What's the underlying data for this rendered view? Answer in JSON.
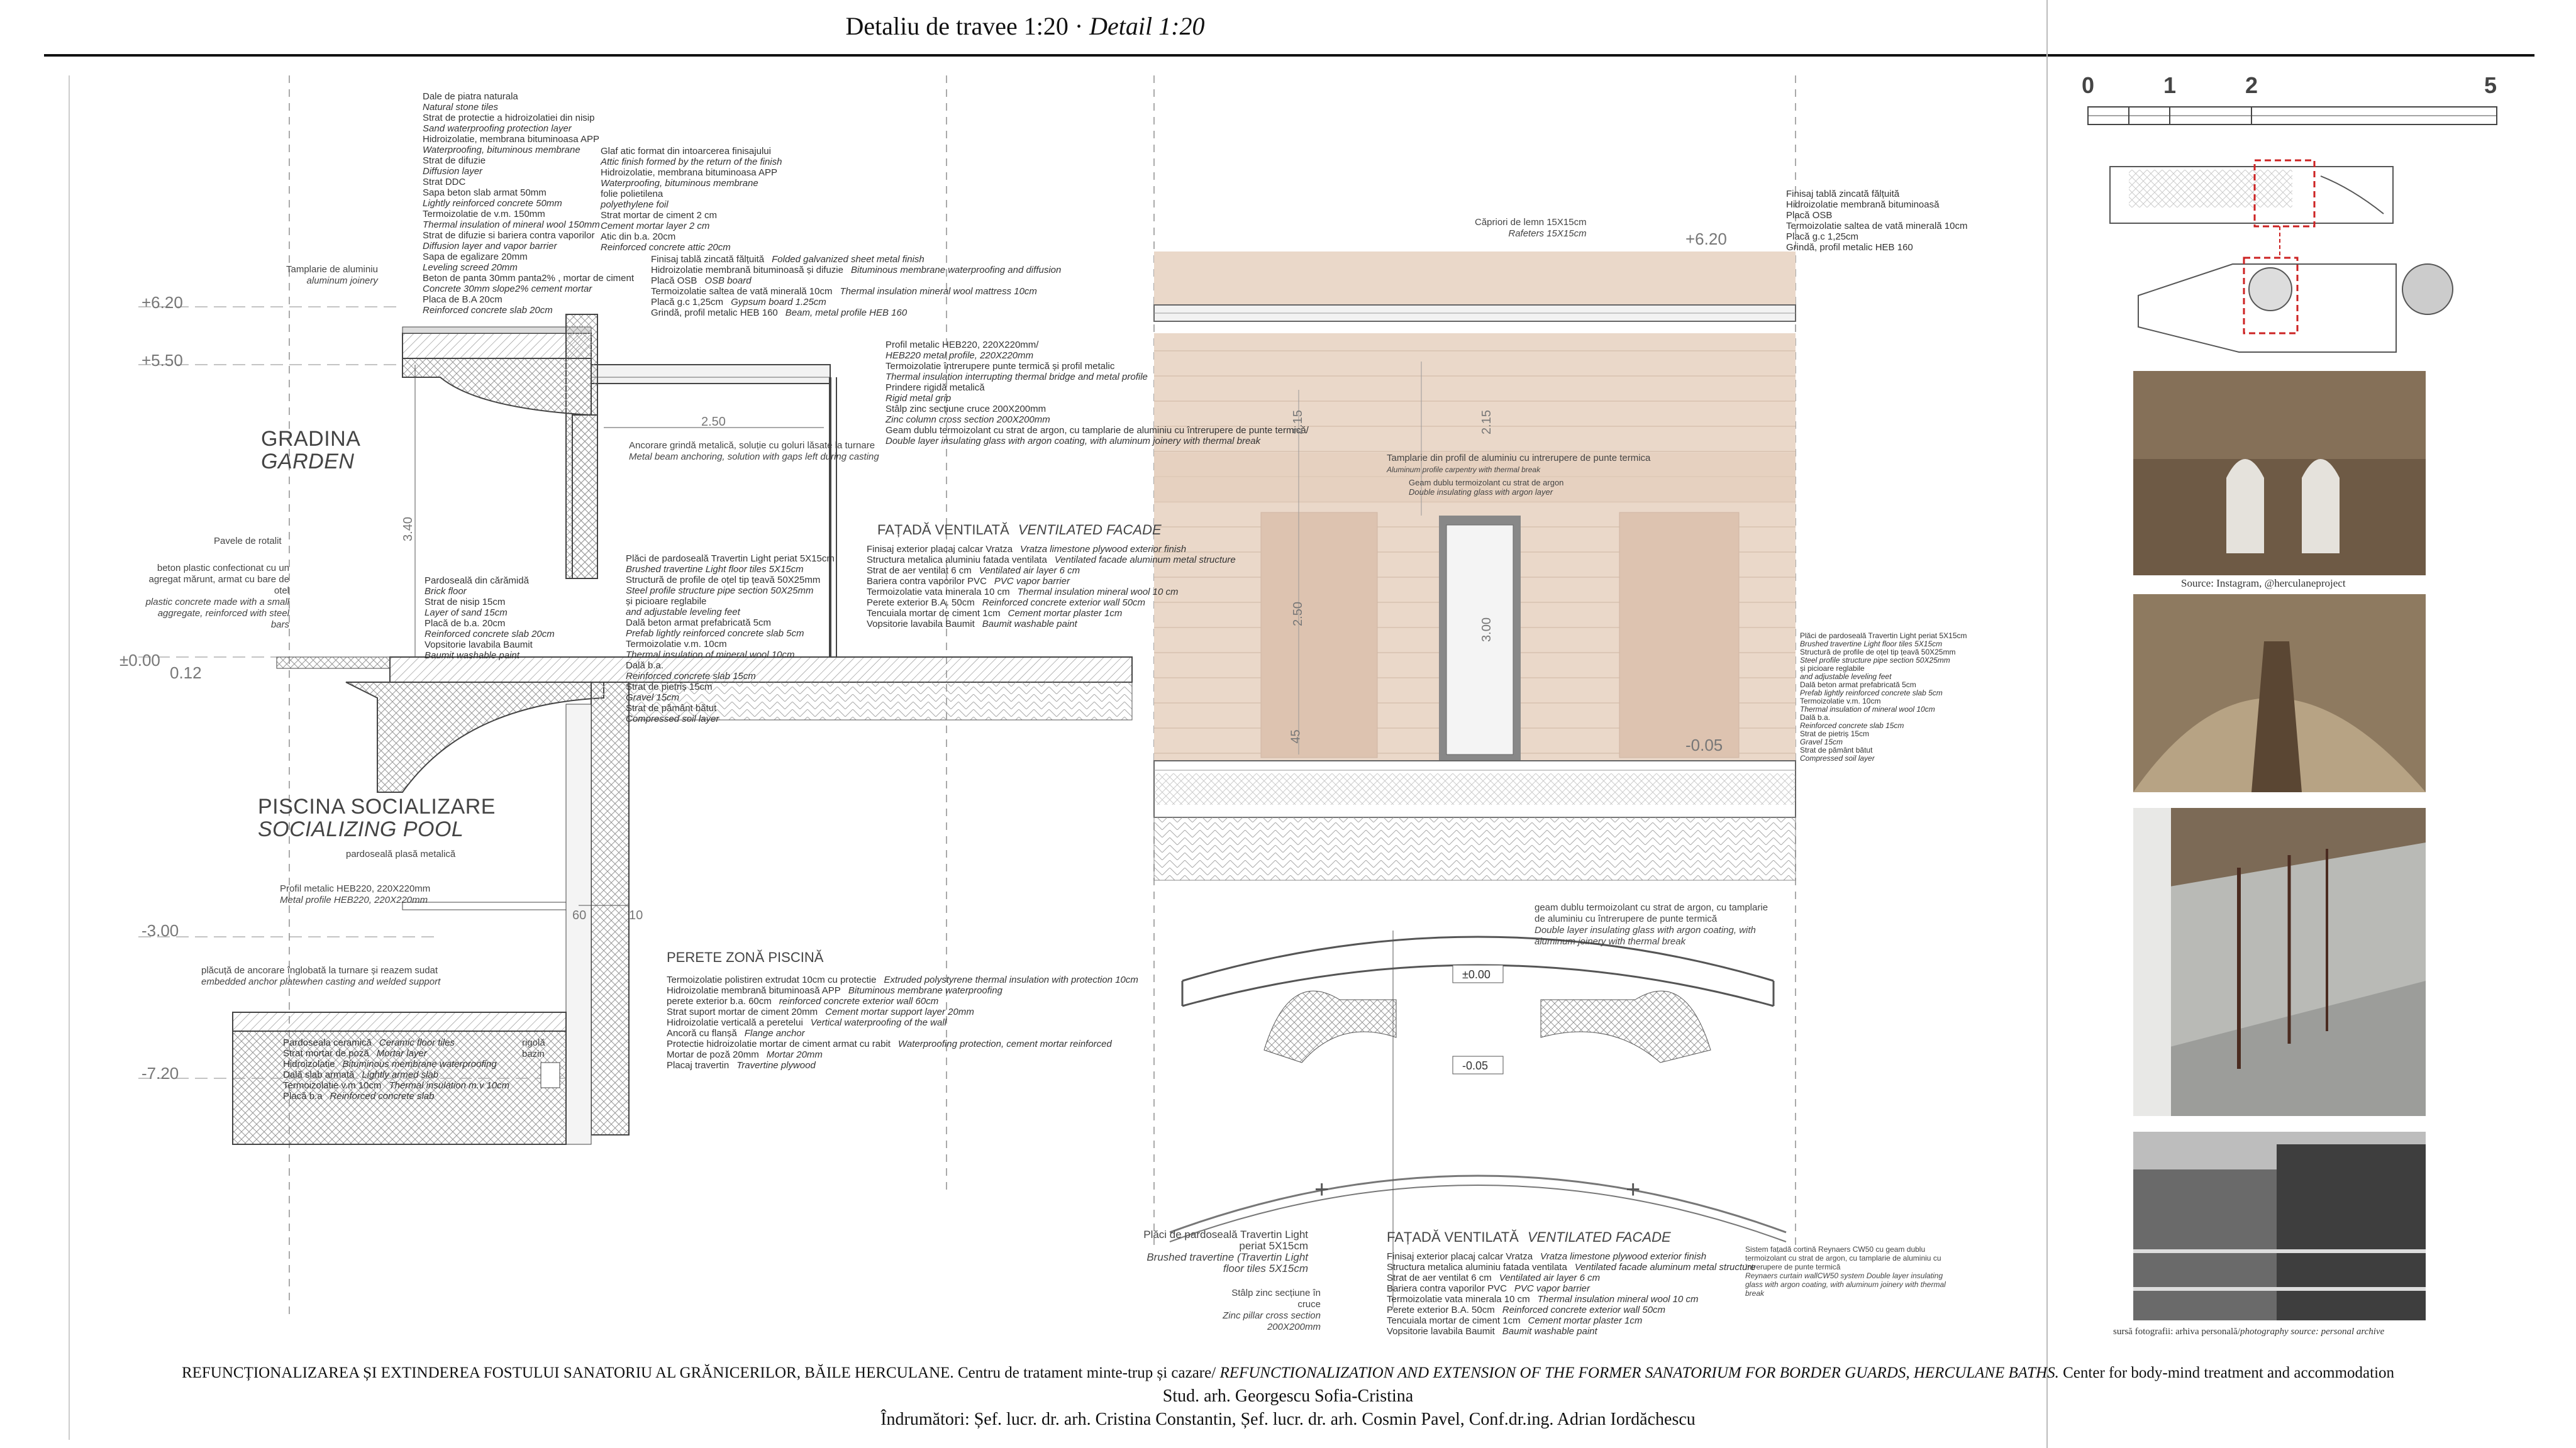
{
  "header": {
    "title_ro": "Detaliu de travee 1:20 ·",
    "title_en": "Detail 1:20"
  },
  "scale": {
    "ticks": [
      "0",
      "1",
      "2",
      "5"
    ]
  },
  "left_section": {
    "garden_ro": "GRADINA",
    "garden_en": "GARDEN",
    "pool_ro": "PISCINA SOCIALIZARE",
    "pool_en": "SOCIALIZING POOL",
    "levels": [
      "+6.20",
      "+5.50",
      "±0.00",
      "0.12",
      "-3.00",
      "-7.20"
    ],
    "dims": [
      "3.40",
      "2.50",
      "60",
      "10"
    ],
    "roof_layers": [
      [
        "Dale de piatra naturala",
        "Natural stone tiles"
      ],
      [
        "Strat de protectie a hidroizolatiei din nisip",
        "Sand waterproofing protection layer"
      ],
      [
        "Hidroizolatie, membrana bituminoasa APP",
        "Waterproofing, bituminous membrane"
      ],
      [
        "Strat de difuzie",
        "Diffusion layer"
      ],
      [
        "Strat DDC",
        ""
      ],
      [
        "Sapa beton slab armat 50mm",
        "Lightly reinforced concrete 50mm"
      ],
      [
        "Termoizolatie de v.m. 150mm",
        "Thermal insulation of mineral wool 150mm"
      ],
      [
        "Strat de difuzie si bariera contra vaporilor",
        "Diffusion layer and vapor barrier"
      ],
      [
        "Sapa de egalizare 20mm",
        "Leveling screed 20mm"
      ],
      [
        "Beton de panta 30mm panta2% , mortar de ciment",
        "Concrete 30mm slope2% cement mortar"
      ],
      [
        "Placa de B.A 20cm",
        "Reinforced concrete slab 20cm"
      ]
    ],
    "attic_layers": [
      [
        "Glaf atic format din intoarcerea finisajului",
        "Attic finish formed by the return of the finish"
      ],
      [
        "Hidroizolatie, membrana bituminoasa APP",
        "Waterproofing, bituminous membrane"
      ],
      [
        "folie polietilena",
        "polyethylene foil"
      ],
      [
        "Strat mortar de ciment 2 cm",
        "Cement mortar layer 2 cm"
      ],
      [
        "Atic din b.a. 20cm",
        "Reinforced concrete attic 20cm"
      ]
    ],
    "canopy_layers": [
      [
        "Finisaj tablă zincată fălțuită",
        "Folded galvanized sheet metal finish"
      ],
      [
        "Hidroizolatie membrană bituminoasă și difuzie",
        "Bituminous membrane waterproofing and diffusion"
      ],
      [
        "Placă OSB",
        "OSB board"
      ],
      [
        "Termoizolatie saltea de vată minerală 10cm",
        "Thermal insulation mineral wool mattress 10cm"
      ],
      [
        "Placă g.c 1,25cm",
        "Gypsum board 1.25cm"
      ],
      [
        "Grindă, profil metalic HEB 160",
        "Beam, metal profile HEB 160"
      ]
    ],
    "profile_notes": [
      [
        "Profil metalic HEB220, 220X220mm/",
        "HEB220 metal profile, 220X220mm"
      ],
      [
        "Termoizolatie întrerupere punte termică și profil metalic",
        "Thermal insulation interrupting thermal bridge and metal profile"
      ],
      [
        "Prindere rigidă metalică",
        "Rigid metal grip"
      ],
      [
        "Stâlp zinc secțiune cruce 200X200mm",
        "Zinc column cross section 200X200mm"
      ],
      [
        "Geam dublu termoizolant cu strat de argon, cu tamplarie de aluminiu cu întrerupere de punte termică/",
        "Double layer insulating glass with argon coating, with aluminum joinery with thermal break"
      ]
    ],
    "anchor_note": [
      "Ancorare grindă metalică, soluție cu goluri lăsate la turnare",
      "Metal beam anchoring, solution with gaps left during casting"
    ],
    "alu_joinery": [
      "Tamplarie de aluminiu",
      "aluminum joinery"
    ],
    "rotalit": "Pavele de rotalit",
    "concrete_note": [
      "beton plastic confectionat cu un agregat mărunt, armat cu bare de otel",
      "plastic concrete made with a small aggregate, reinforced with steel bars"
    ],
    "floor_layers": [
      [
        "Pardoseală din cărămidă",
        "Brick floor"
      ],
      [
        "Strat de nisip 15cm",
        "Layer of sand 15cm"
      ],
      [
        "Placă de b.a. 20cm",
        "Reinforced concrete slab 20cm"
      ],
      [
        "Vopsitorie lavabila Baumit",
        "Baumit washable paint"
      ]
    ],
    "ventilated_title_ro": "FAȚADĂ VENTILATĂ",
    "ventilated_title_en": "VENTILATED FACADE",
    "ventilated_layers": [
      [
        "Finisaj exterior placaj calcar Vratza",
        "Vratza limestone plywood exterior finish"
      ],
      [
        "Structura metalica aluminiu fatada ventilata",
        "Ventilated facade aluminum metal structure"
      ],
      [
        "Strat de aer ventilat 6 cm",
        "Ventilated air layer 6 cm"
      ],
      [
        "Bariera contra vaporilor PVC",
        "PVC vapor barrier"
      ],
      [
        "Termoizolatie vata minerala 10 cm",
        "Thermal insulation mineral wool 10 cm"
      ],
      [
        "Perete exterior B.A. 50cm",
        "Reinforced concrete exterior wall 50cm"
      ],
      [
        "Tencuiala mortar de ciment 1cm",
        "Cement mortar plaster 1cm"
      ],
      [
        "Vopsitorie lavabila Baumit",
        "Baumit washable paint"
      ]
    ],
    "travertine_layers": [
      [
        "Plăci de pardoseală Travertin Light periat 5X15cm",
        "Brushed travertine Light floor tiles 5X15cm"
      ],
      [
        "Structură de profile de oțel tip țeavă 50X25mm",
        "Steel profile structure pipe section 50X25mm"
      ],
      [
        "și picioare reglabile",
        "and adjustable leveling feet"
      ],
      [
        "Dală beton armat prefabricată 5cm",
        "Prefab lightly reinforced concrete slab 5cm"
      ],
      [
        "Termoizolatie v.m. 10cm",
        "Thermal insulation of mineral wool 10cm"
      ],
      [
        "Dală b.a.",
        "Reinforced concrete slab 15cm"
      ],
      [
        "Strat de pietriș 15cm",
        "Gravel 15cm"
      ],
      [
        "Strat de pământ bătut",
        "Compressed soil layer"
      ]
    ],
    "plasa": "pardoseală plasă metalică",
    "profile_heb": [
      "Profil metalic HEB220, 220X220mm",
      "Metal profile HEB220, 220X220mm"
    ],
    "anchor_plate": [
      "plăcuță de ancorare înglobată la turnare și reazem sudat",
      "embedded anchor platewhen casting and welded support"
    ],
    "pool_wall_title": "PERETE ZONĂ PISCINĂ",
    "pool_wall_layers": [
      [
        "Termoizolatie polistiren extrudat 10cm cu protectie",
        "Extruded polystyrene thermal insulation with protection 10cm"
      ],
      [
        "Hidroizolatie membrană bituminoasă APP",
        "Bituminous membrane waterproofing"
      ],
      [
        "perete exterior b.a. 60cm",
        "reinforced concrete exterior wall 60cm"
      ],
      [
        "Strat suport mortar de ciment 20mm",
        "Cement mortar support layer 20mm"
      ],
      [
        "Hidroizolatie verticală a peretelui",
        "Vertical waterproofing of the wall"
      ],
      [
        "Ancoră cu flanșă",
        "Flange anchor"
      ],
      [
        "Protectie hidroizolatie mortar de ciment armat cu rabit",
        "Waterproofing protection, cement mortar reinforced"
      ],
      [
        "Mortar de poză 20mm",
        "Mortar 20mm"
      ],
      [
        "Placaj travertin",
        "Travertine plywood"
      ]
    ],
    "pool_floor_layers": [
      [
        "Pardoseala ceramică",
        "Ceramic floor tiles"
      ],
      [
        "Strat mortar de poză",
        "Mortar layer"
      ],
      [
        "Hidroizolatie",
        "Bituminous membrane waterproofing"
      ],
      [
        "Dală slab armată",
        "Lightly armed slab"
      ],
      [
        "Termoizolatie v.m 10cm",
        "Thermal insulation m.v 10cm"
      ],
      [
        "Placă b.a",
        "Reinforced concrete slab"
      ]
    ],
    "rigola": "rigolă bazin"
  },
  "middle_section": {
    "levels": [
      "+6.20",
      "-0.05",
      "±0.00",
      "-0.05"
    ],
    "dims": [
      "2.15",
      "2.15",
      "2.50",
      "3.00",
      "45"
    ],
    "rafters": [
      "Căpriori de lemn 15X15cm",
      "Rafeters 15X15cm"
    ],
    "door_note": [
      "Tamplarie din profil de aluminiu cu intrerupere de punte termica",
      "Aluminum profile carpentry with thermal break"
    ],
    "glass_note": [
      "Geam dublu termoizolant cu strat de argon",
      "Double insulating glass with argon layer"
    ],
    "glass_plan_note": [
      "geam dublu termoizolant cu strat de argon, cu tamplarie de aluminiu cu întrerupere de punte termică",
      "Double layer insulating glass with argon coating, with aluminum joinery with thermal break"
    ],
    "travertine_note": [
      "Plăci de pardoseală Travertin Light periat 5X15cm",
      "Brushed travertine (Travertin Light floor tiles 5X15cm"
    ],
    "pillar_note": [
      "Stâlp zinc secțiune în cruce",
      "Zinc pillar cross section 200X200mm"
    ],
    "ventilated_title_ro": "FAȚADĂ VENTILATĂ",
    "ventilated_title_en": "VENTILATED FACADE",
    "curtain_note": [
      "Sistem fațadă cortină Reynaers CW50 cu geam dublu termoizolant cu strat de argon, cu tamplarie de aluminiu cu întrerupere de punte termică",
      "Reynaers curtain wallCW50 system Double layer insulating glass with argon coating, with aluminum joinery with thermal break"
    ],
    "right_layers": [
      [
        "Finisaj tablă zincată fălțuită",
        ""
      ],
      [
        "Hidroizolatie membrană bituminoasă",
        ""
      ],
      [
        "Placă OSB",
        ""
      ],
      [
        "Termoizolatie saltea de vată minerală 10cm",
        ""
      ],
      [
        "Placă g.c 1,25cm",
        ""
      ],
      [
        "Grindă, profil metalic HEB 160",
        ""
      ]
    ]
  },
  "right_column": {
    "caption1": "Source: Instagram, @herculaneproject",
    "caption2_ro": "sursă fotografii: arhiva personală/",
    "caption2_en": "photography source: personal archive"
  },
  "footer": {
    "line1_ro": "REFUNCȚIONALIZAREA ȘI EXTINDEREA FOSTULUI SANATORIU AL GRĂNICERILOR, BĂILE HERCULANE.",
    "line1_ro2": "Centru de tratament minte-trup și cazare/",
    "line1_en": "REFUNCTIONALIZATION AND EXTENSION OF THE FORMER SANATORIUM FOR BORDER GUARDS, HERCULANE BATHS.",
    "line1_en2": "Center for body-mind treatment and accommodation",
    "line2": "Stud. arh. Georgescu Sofia-Cristina",
    "line3": "Îndrumători:  Șef. lucr. dr. arh. Cristina Constantin, Șef. lucr. dr. arh. Cosmin Pavel, Conf.dr.ing. Adrian Iordăchescu"
  },
  "colors": {
    "wood": "#e9d7c8",
    "wood_dark": "#d9c3b1",
    "line": "#444444",
    "dim": "#888888",
    "hatch": "#777777",
    "red": "#cc2222"
  }
}
